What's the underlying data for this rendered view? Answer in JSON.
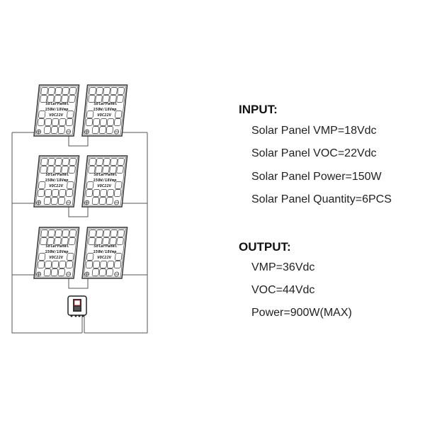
{
  "panel_label": {
    "line1": "SolarPanel",
    "line2": "150W/18Vmp",
    "line3": "VOC22V"
  },
  "panel_count": 6,
  "input": {
    "heading": "INPUT:",
    "lines": [
      "Solar Panel VMP=18Vdc",
      "Solar Panel VOC=22Vdc",
      "Solar Panel Power=150W",
      "Solar Panel Quantity=6PCS"
    ]
  },
  "output": {
    "heading": "OUTPUT:",
    "lines": [
      "VMP=36Vdc",
      "VOC=44Vdc",
      "Power=900W(MAX)"
    ]
  },
  "colors": {
    "line": "#555555",
    "text": "#222222"
  }
}
